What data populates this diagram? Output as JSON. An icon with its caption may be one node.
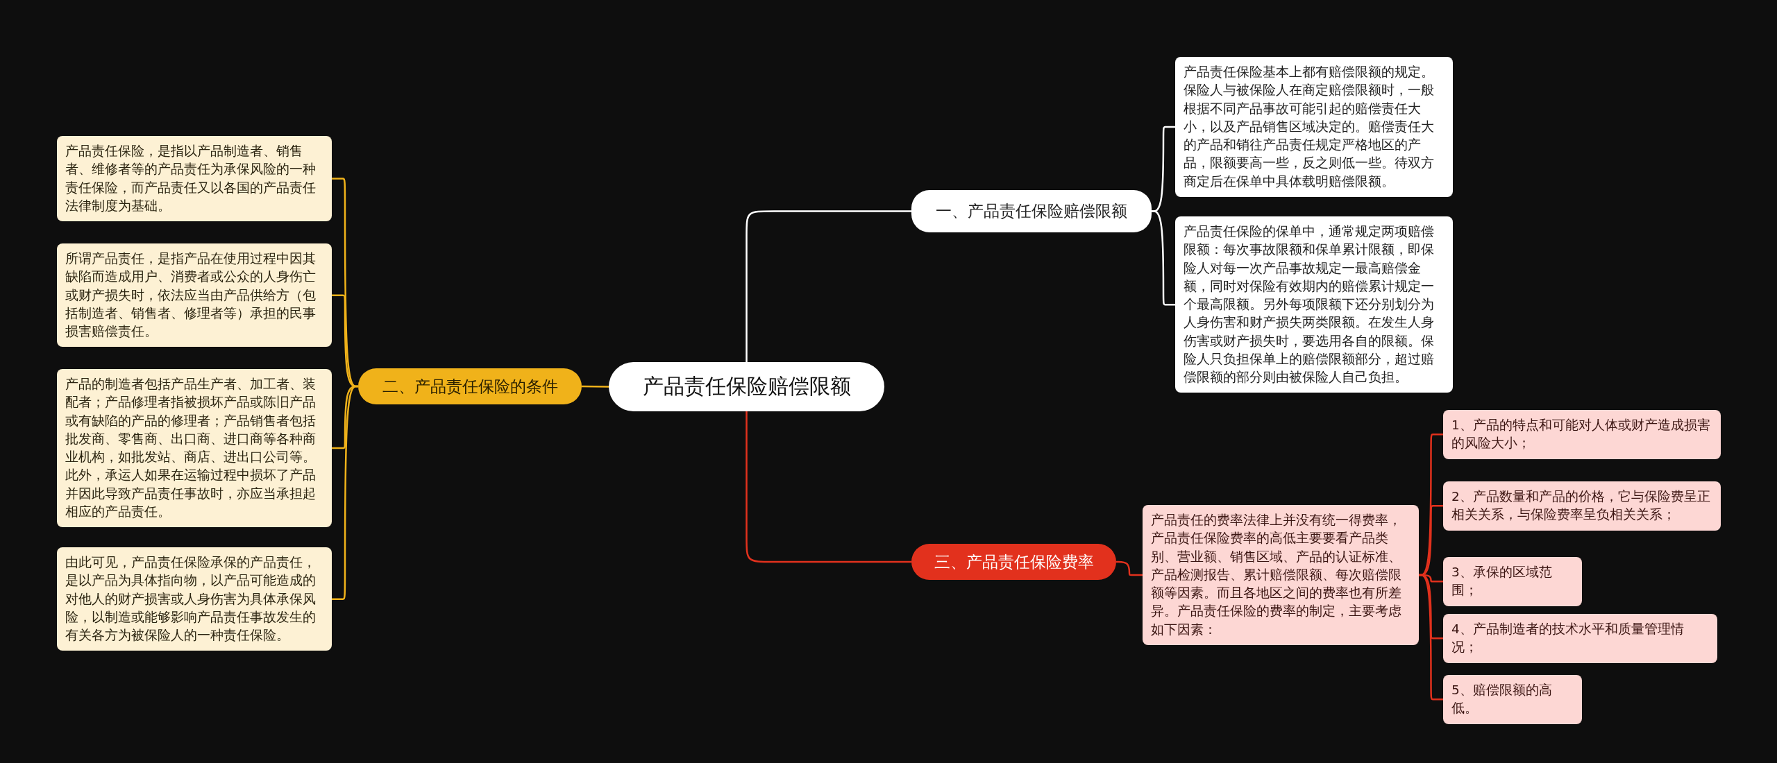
{
  "diagram": {
    "nodes": [
      {
        "text": [
          "产品责任保险赔偿限额"
        ]
      },
      {
        "text": [
          "一、产品责任保险赔偿限额"
        ]
      },
      {
        "text": [
          "产品责任保险基本上都有赔偿限额的规定。保险人与被保险人在商定赔偿限额时，一般根据不同产品事故可能引起的赔偿责任大小，以及产品销售区域决定的。赔偿责任大的产品和销往产品责任规定严格地区的产品，限额要高一些，反之则低一些。待双方商定后在保单中具体载明赔偿限额。"
        ]
      },
      {
        "text": [
          "产品责任保险的保单中，通常规定两项赔偿限额：每次事故限额和保单累计限额，即保险人对每一次产品事故规定一最高赔偿金额，同时对保险有效期内的赔偿累计规定一个最高限额。另外每项限额下还分别划分为人身伤害和财产损失两类限额。在发生人身伤害或财产损失时，要选用各自的限额。保险人只负担保单上的赔偿限额部分，超过赔偿限额的部分则由被保险人自己负担。"
        ]
      },
      {
        "text": [
          "二、产品责任保险的条件"
        ]
      },
      {
        "text": [
          "产品责任保险，是指以产品制造者、销售者、维修者等的产品责任为承保风险的一种责任保险，而产品责任又以各国的产品责任法律制度为基础。"
        ]
      },
      {
        "text": [
          "所谓产品责任，是指产品在使用过程中因其缺陷而造成用户、消费者或公众的人身伤亡或财产损失时，依法应当由产品供给方（包括制造者、销售者、修理者等）承担的民事损害赔偿责任。"
        ]
      },
      {
        "text": [
          "产品的制造者包括产品生产者、加工者、装配者；产品修理者指被损坏产品或陈旧产品或有缺陷的产品的修理者；产品销售者包括批发商、零售商、出口商、进口商等各种商业机构，如批发站、商店、进出口公司等。此外，承运人如果在运输过程中损坏了产品并因此导致产品责任事故时，亦应当承担起相应的产品责任。"
        ]
      },
      {
        "text": [
          "由此可见，产品责任保险承保的产品责任，是以产品为具体指向物，以产品可能造成的对他人的财产损害或人身伤害为具体承保风险，以制造或能够影响产品责任事故发生的有关各方为被保险人的一种责任保险。"
        ]
      },
      {
        "text": [
          "三、产品责任保险费率"
        ]
      },
      {
        "text": [
          "产品责任的费率法律上并没有统一得费率，产品责任保险费率的高低主要要看产品类别、营业额、销售区域、产品的认证标准、产品检测报告、累计赔偿限额、每次赔偿限额等因素。而且各地区之间的费率也有所差异。产品责任保险的费率的制定，主要考虑如下因素："
        ]
      },
      {
        "text": [
          "1、产品的特点和可能对人体或财产造成损害的风险大小；"
        ]
      },
      {
        "text": [
          "2、产品数量和产品的价格，它与保险费呈正相关关系，与保险费率呈负相关关系；"
        ]
      },
      {
        "text": [
          "3、承保的区域范围；"
        ]
      },
      {
        "text": [
          "4、产品制造者的技术水平和质量管理情况；"
        ]
      },
      {
        "text": [
          "5、赔偿限额的高低。"
        ]
      }
    ],
    "edges": [
      {
        "from": 0,
        "to": 1,
        "arrow": "none",
        "color": "#ffffff"
      },
      {
        "from": 1,
        "to": 2,
        "arrow": "none",
        "color": "#ffffff"
      },
      {
        "from": 1,
        "to": 3,
        "arrow": "none",
        "color": "#ffffff"
      },
      {
        "from": 0,
        "to": 4,
        "arrow": "none",
        "color": "#f0b21a"
      },
      {
        "from": 4,
        "to": 5,
        "arrow": "none",
        "color": "#f0b21a"
      },
      {
        "from": 4,
        "to": 6,
        "arrow": "none",
        "color": "#f0b21a"
      },
      {
        "from": 4,
        "to": 7,
        "arrow": "none",
        "color": "#f0b21a"
      },
      {
        "from": 4,
        "to": 8,
        "arrow": "none",
        "color": "#f0b21a"
      },
      {
        "from": 0,
        "to": 9,
        "arrow": "none"
      },
      {
        "from": 9,
        "to": 10,
        "arrow": "none"
      },
      {
        "from": 10,
        "to": 11,
        "arrow": "none"
      },
      {
        "from": 10,
        "to": 12,
        "arrow": "none"
      },
      {
        "from": 10,
        "to": 13,
        "arrow": "none"
      },
      {
        "from": 10,
        "to": 14,
        "arrow": "none"
      },
      {
        "from": 10,
        "to": 15,
        "arrow": "none"
      }
    ]
  }
}
